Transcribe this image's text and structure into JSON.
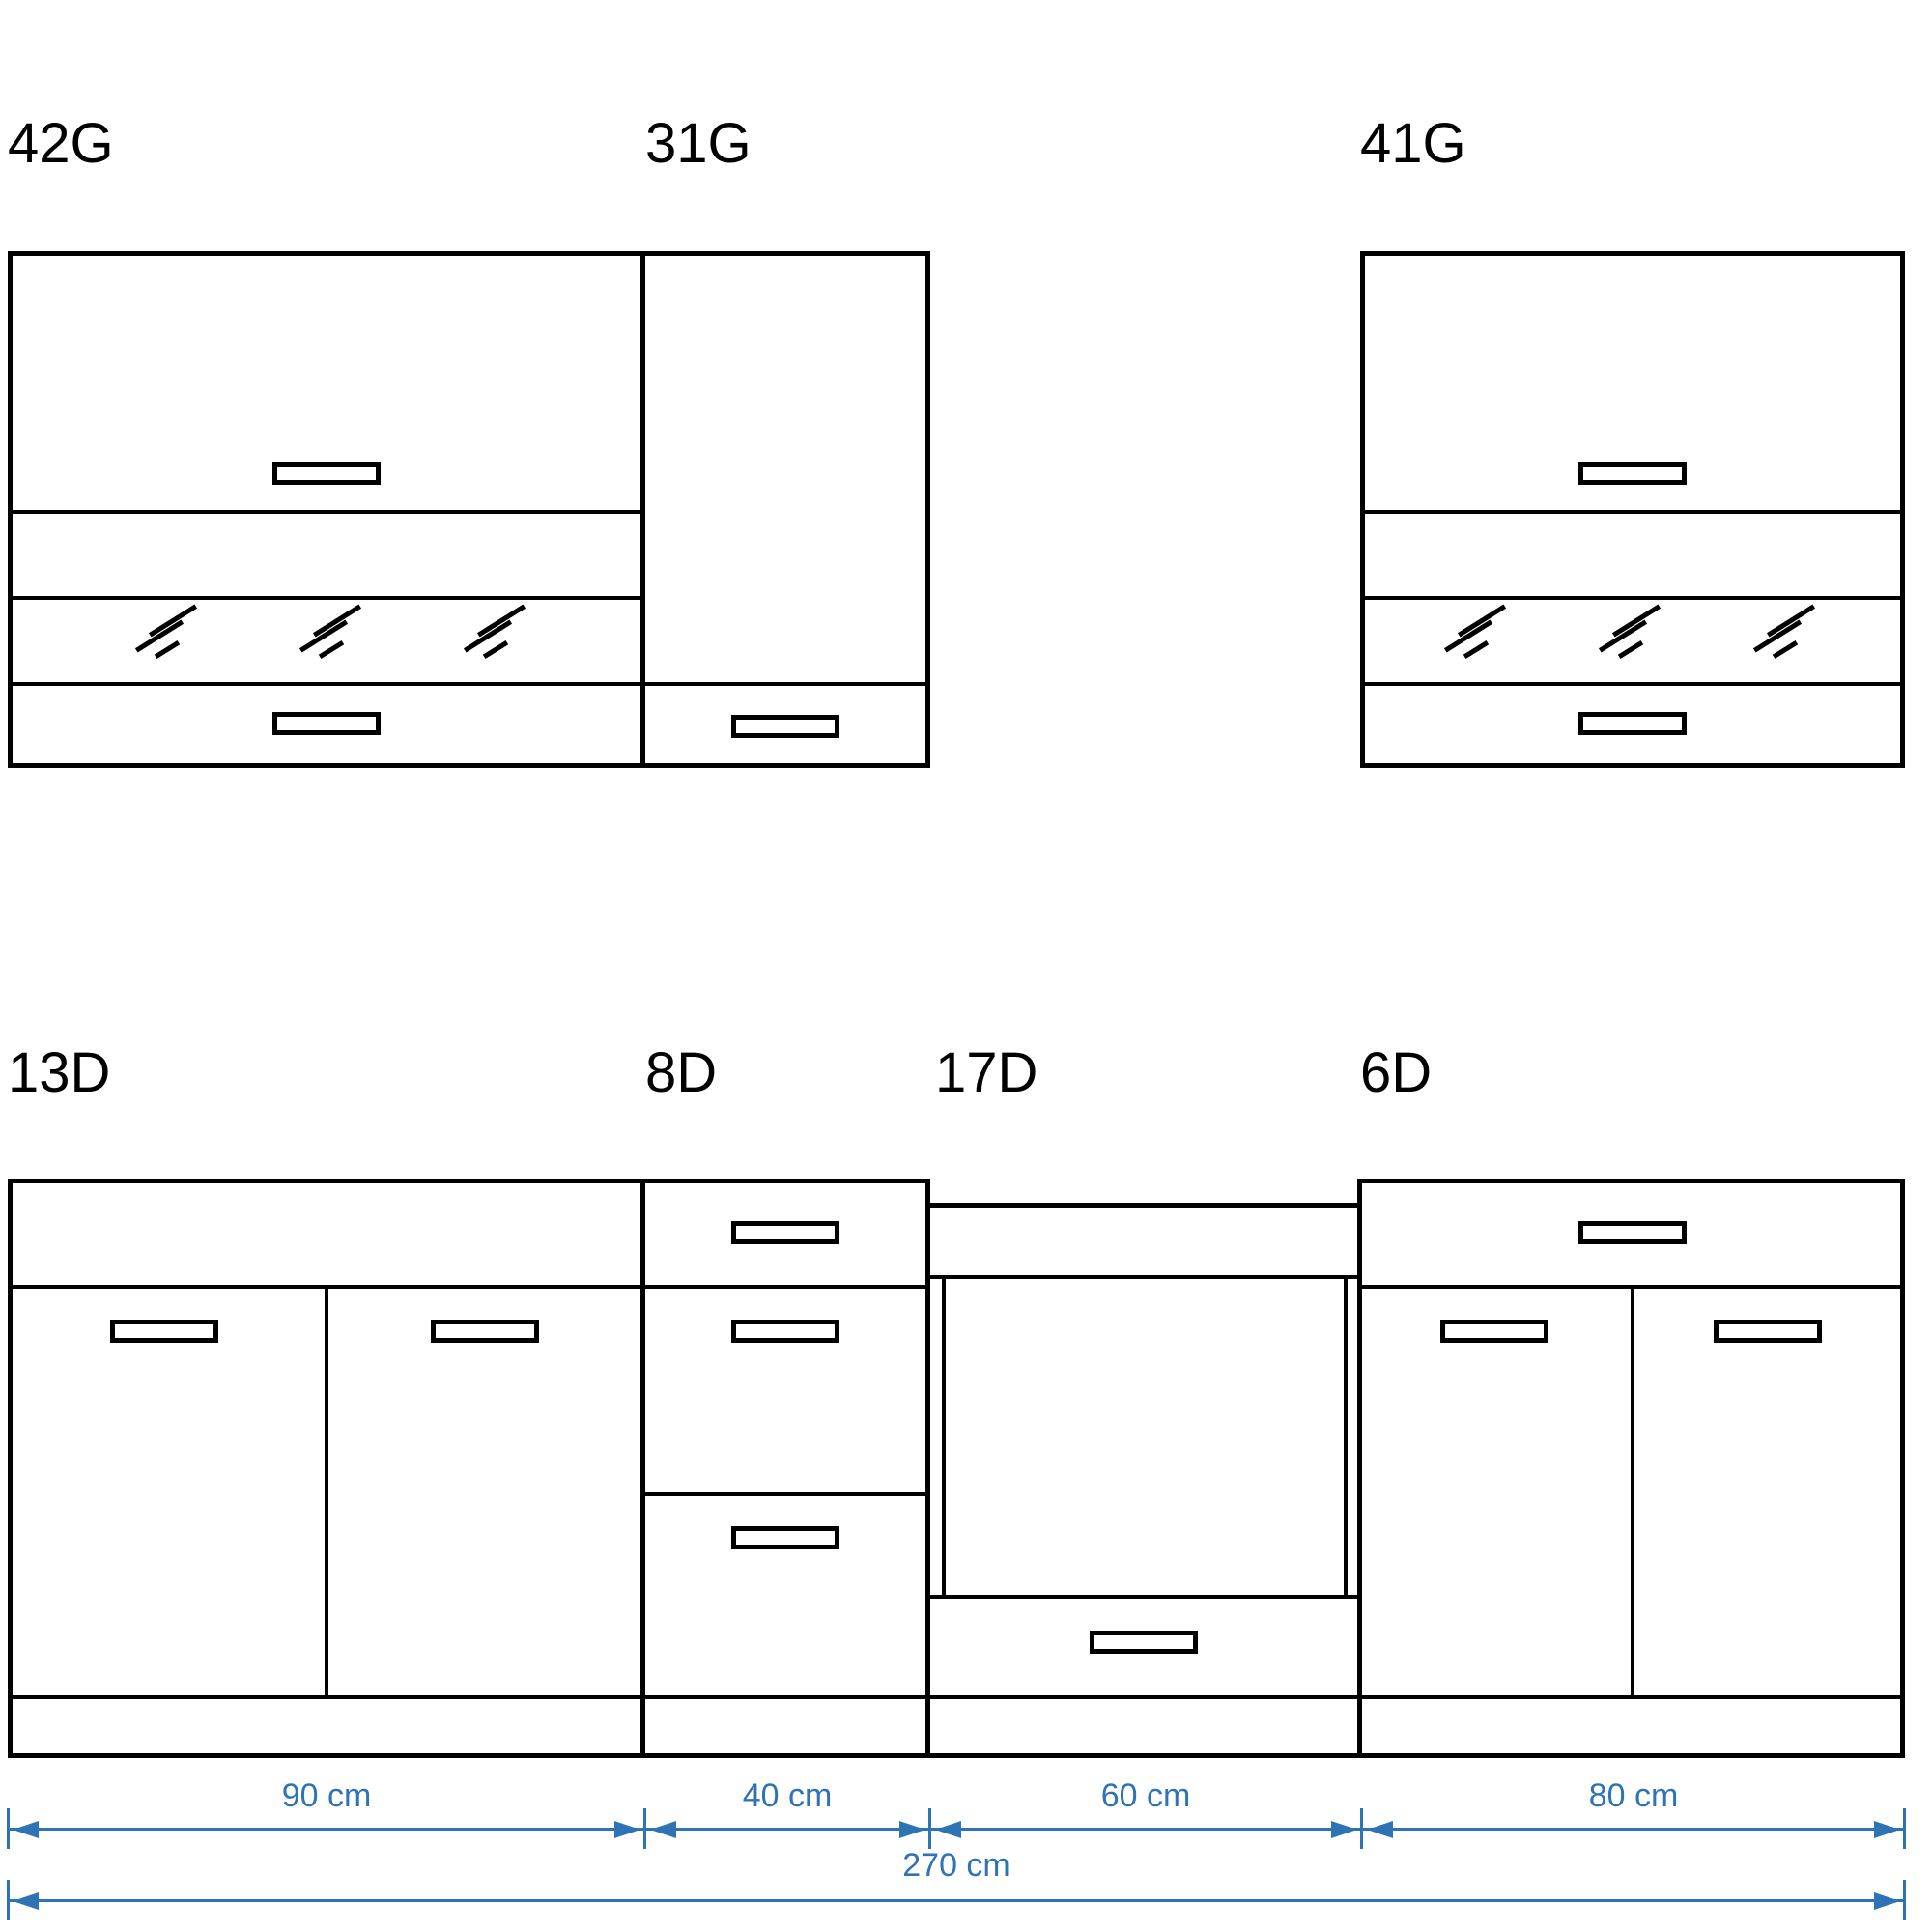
{
  "wall_cabinets": [
    {
      "id": "42G"
    },
    {
      "id": "31G"
    },
    {
      "id": "41G"
    }
  ],
  "base_cabinets": [
    {
      "id": "13D"
    },
    {
      "id": "8D"
    },
    {
      "id": "17D"
    },
    {
      "id": "6D"
    }
  ],
  "dimensions": {
    "segments": [
      {
        "label": "90 cm"
      },
      {
        "label": "40 cm"
      },
      {
        "label": "60 cm"
      },
      {
        "label": "80 cm"
      }
    ],
    "total_label": "270 cm"
  },
  "colors": {
    "line": "#000000",
    "dimension": "#2e74b5",
    "background": "#ffffff"
  }
}
